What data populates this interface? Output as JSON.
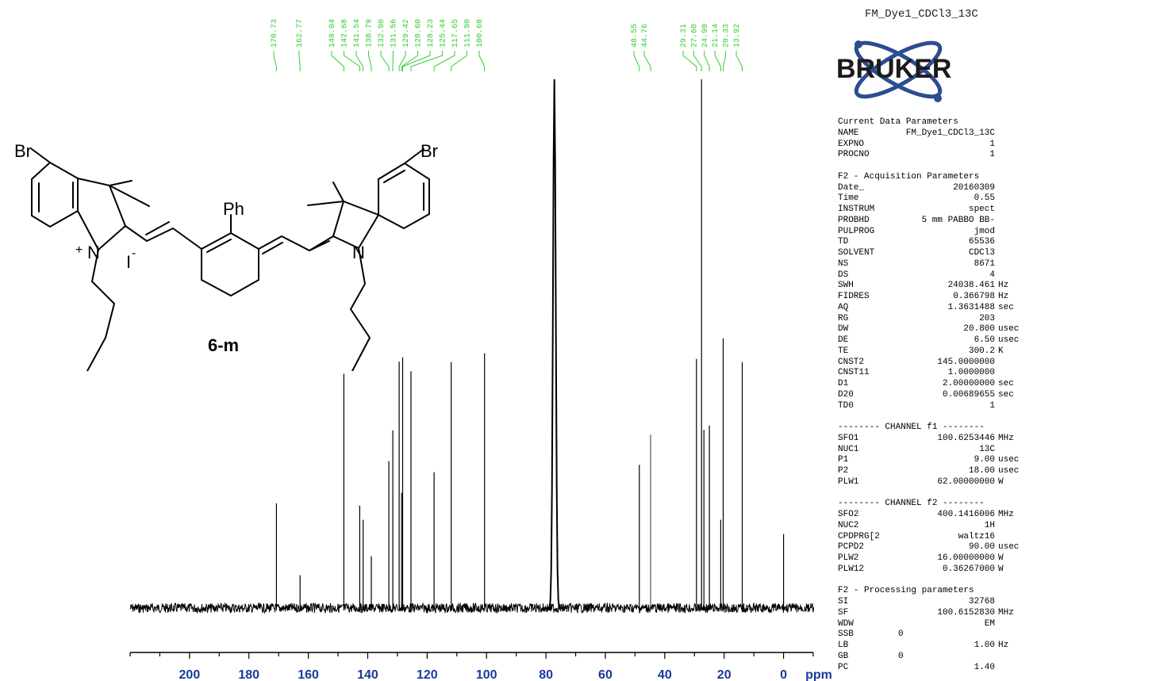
{
  "spectrum_title": "FM_Dye1_CDCl3_13C",
  "logo_text": "BRUKER",
  "molecule": {
    "label": "6-m",
    "br_left": "Br",
    "br_right": "Br",
    "ph": "Ph",
    "n_plus": "N",
    "plus": "+",
    "n_right": "N",
    "iodide": "I",
    "iodide_charge": "-"
  },
  "params": {
    "current_title": "Current Data Parameters",
    "current": [
      {
        "name": "NAME",
        "value": "FM_Dye1_CDCl3_13C",
        "unit": ""
      },
      {
        "name": "EXPNO",
        "value": "1",
        "unit": ""
      },
      {
        "name": "PROCNO",
        "value": "1",
        "unit": ""
      }
    ],
    "acq_title": "F2 - Acquisition Parameters",
    "acq": [
      {
        "name": "Date_",
        "value": "20160309",
        "unit": ""
      },
      {
        "name": "Time",
        "value": "0.55",
        "unit": ""
      },
      {
        "name": "INSTRUM",
        "value": "spect",
        "unit": ""
      },
      {
        "name": "PROBHD",
        "value": "5 mm PABBO BB-",
        "unit": ""
      },
      {
        "name": "PULPROG",
        "value": "jmod",
        "unit": ""
      },
      {
        "name": "TD",
        "value": "65536",
        "unit": ""
      },
      {
        "name": "SOLVENT",
        "value": "CDCl3",
        "unit": ""
      },
      {
        "name": "NS",
        "value": "8671",
        "unit": ""
      },
      {
        "name": "DS",
        "value": "4",
        "unit": ""
      },
      {
        "name": "SWH",
        "value": "24038.461",
        "unit": "Hz"
      },
      {
        "name": "FIDRES",
        "value": "0.366798",
        "unit": "Hz"
      },
      {
        "name": "AQ",
        "value": "1.3631488",
        "unit": "sec"
      },
      {
        "name": "RG",
        "value": "203",
        "unit": ""
      },
      {
        "name": "DW",
        "value": "20.800",
        "unit": "usec"
      },
      {
        "name": "DE",
        "value": "6.50",
        "unit": "usec"
      },
      {
        "name": "TE",
        "value": "300.2",
        "unit": "K"
      },
      {
        "name": "CNST2",
        "value": "145.0000000",
        "unit": ""
      },
      {
        "name": "CNST11",
        "value": "1.0000000",
        "unit": ""
      },
      {
        "name": "D1",
        "value": "2.00000000",
        "unit": "sec"
      },
      {
        "name": "D20",
        "value": "0.00689655",
        "unit": "sec"
      },
      {
        "name": "TD0",
        "value": "1",
        "unit": ""
      }
    ],
    "ch1_title": "-------- CHANNEL f1 --------",
    "ch1": [
      {
        "name": "SFO1",
        "value": "100.6253446",
        "unit": "MHz"
      },
      {
        "name": "NUC1",
        "value": "13C",
        "unit": ""
      },
      {
        "name": "P1",
        "value": "9.00",
        "unit": "usec"
      },
      {
        "name": "P2",
        "value": "18.00",
        "unit": "usec"
      },
      {
        "name": "PLW1",
        "value": "62.00000000",
        "unit": "W"
      }
    ],
    "ch2_title": "-------- CHANNEL f2 --------",
    "ch2": [
      {
        "name": "SFO2",
        "value": "400.1416006",
        "unit": "MHz"
      },
      {
        "name": "NUC2",
        "value": "1H",
        "unit": ""
      },
      {
        "name": "CPDPRG[2",
        "value": "waltz16",
        "unit": ""
      },
      {
        "name": "PCPD2",
        "value": "90.00",
        "unit": "usec"
      },
      {
        "name": "PLW2",
        "value": "16.00000000",
        "unit": "W"
      },
      {
        "name": "PLW12",
        "value": "0.36267000",
        "unit": "W"
      }
    ],
    "proc_title": "F2 - Processing parameters",
    "proc": [
      {
        "name": "SI",
        "value": "32768",
        "unit": ""
      },
      {
        "name": "SF",
        "value": "100.6152830",
        "unit": "MHz"
      },
      {
        "name": "WDW",
        "value": "EM",
        "unit": ""
      },
      {
        "name": "SSB",
        "value": "0",
        "unit": "",
        "left": true
      },
      {
        "name": "LB",
        "value": "1.00",
        "unit": "Hz"
      },
      {
        "name": "GB",
        "value": "0",
        "unit": "",
        "left": true
      },
      {
        "name": "PC",
        "value": "1.40",
        "unit": ""
      }
    ]
  },
  "chart_data": {
    "type": "line",
    "title": "FM_Dye1_CDCl3_13C",
    "xlabel": "ppm",
    "x_reversed": true,
    "xlim": [
      220,
      -10
    ],
    "ylim": [
      0,
      1.0
    ],
    "x_ticks": [
      200,
      180,
      160,
      140,
      120,
      100,
      80,
      60,
      40,
      20,
      0
    ],
    "x_minor_step": 10,
    "color": "#000000",
    "label_color": "#33cc33",
    "peak_labels": [
      "170.73",
      "162.77",
      "148.04",
      "142.68",
      "141.54",
      "138.79",
      "132.90",
      "131.56",
      "129.42",
      "128.60",
      "128.23",
      "125.44",
      "117.65",
      "111.90",
      "100.68",
      "48.55",
      "44.76",
      "29.31",
      "27.60",
      "24.98",
      "21.14",
      "20.33",
      "13.92"
    ],
    "peaks": [
      {
        "ppm": 170.73,
        "h": 0.198
      },
      {
        "ppm": 162.77,
        "h": 0.062
      },
      {
        "ppm": 148.04,
        "h": 0.443
      },
      {
        "ppm": 142.68,
        "h": 0.194
      },
      {
        "ppm": 141.54,
        "h": 0.167
      },
      {
        "ppm": 138.79,
        "h": 0.098
      },
      {
        "ppm": 132.9,
        "h": 0.278
      },
      {
        "ppm": 131.56,
        "h": 0.336
      },
      {
        "ppm": 129.42,
        "h": 0.466
      },
      {
        "ppm": 128.6,
        "h": 0.218
      },
      {
        "ppm": 128.23,
        "h": 0.474
      },
      {
        "ppm": 125.44,
        "h": 0.448
      },
      {
        "ppm": 117.65,
        "h": 0.257
      },
      {
        "ppm": 111.9,
        "h": 0.465
      },
      {
        "ppm": 100.68,
        "h": 0.482
      },
      {
        "ppm": 77.16,
        "h": 1.0
      },
      {
        "ppm": 48.55,
        "h": 0.271
      },
      {
        "ppm": 44.76,
        "h": 0.328
      },
      {
        "ppm": 29.31,
        "h": 0.471
      },
      {
        "ppm": 27.6,
        "h": 1.0
      },
      {
        "ppm": 26.8,
        "h": 0.337
      },
      {
        "ppm": 24.98,
        "h": 0.345
      },
      {
        "ppm": 21.14,
        "h": 0.167
      },
      {
        "ppm": 20.33,
        "h": 0.51
      },
      {
        "ppm": 13.92,
        "h": 0.465
      },
      {
        "ppm": 0.0,
        "h": 0.14
      }
    ]
  }
}
